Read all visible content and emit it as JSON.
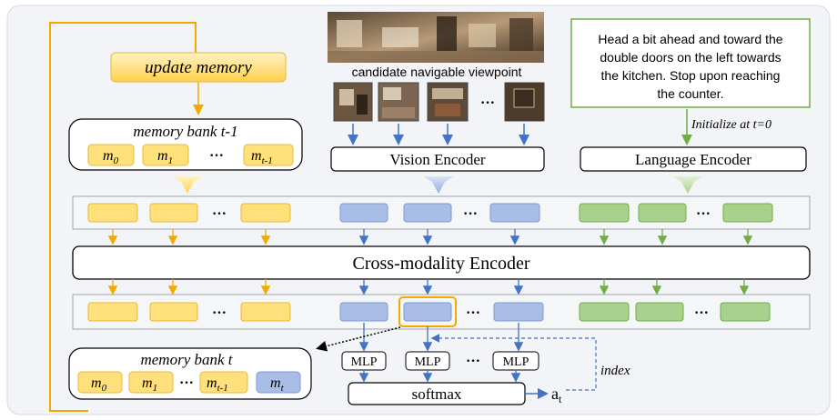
{
  "update_memory": "update memory",
  "memory_bank_prev": {
    "title": "memory bank t-1",
    "slots": [
      {
        "base": "m",
        "sub": "0"
      },
      {
        "base": "m",
        "sub": "1"
      },
      {
        "base": "m",
        "sub": "t-1"
      }
    ],
    "ellipsis": "···"
  },
  "candidate_label": "candidate navigable viewpoint",
  "thumb_ellipsis": "···",
  "instruction": {
    "lines": [
      "Head a bit ahead and toward the",
      "double doors on the left towards",
      "the kitchen. Stop upon reaching",
      "the counter."
    ]
  },
  "initialize_label": "Initialize at t=0",
  "vision_encoder": "Vision Encoder",
  "language_encoder": "Language Encoder",
  "cross_encoder": "Cross-modality Encoder",
  "row_ellipsis": "···",
  "mlp_label": "MLP",
  "mlp_ellipsis": "···",
  "softmax": "softmax",
  "output": {
    "base": "a",
    "sub": "t"
  },
  "index_label": "index",
  "memory_bank_new": {
    "title": "memory bank  t",
    "slots": [
      {
        "base": "m",
        "sub": "0"
      },
      {
        "base": "m",
        "sub": "1"
      },
      {
        "base": "m",
        "sub": "t-1"
      },
      {
        "base": "m",
        "sub": "t"
      }
    ],
    "ellipsis": "···"
  },
  "colors": {
    "yellow": "#FFE07A",
    "yellow_stroke": "#E8B83A",
    "orange_line": "#F2A900",
    "blue": "#A9BEE6",
    "blue_stroke": "#7F9BD3",
    "blue_line": "#4472C4",
    "green": "#A9D18E",
    "green_stroke": "#70AD47",
    "panel": "#F2F4F8"
  }
}
